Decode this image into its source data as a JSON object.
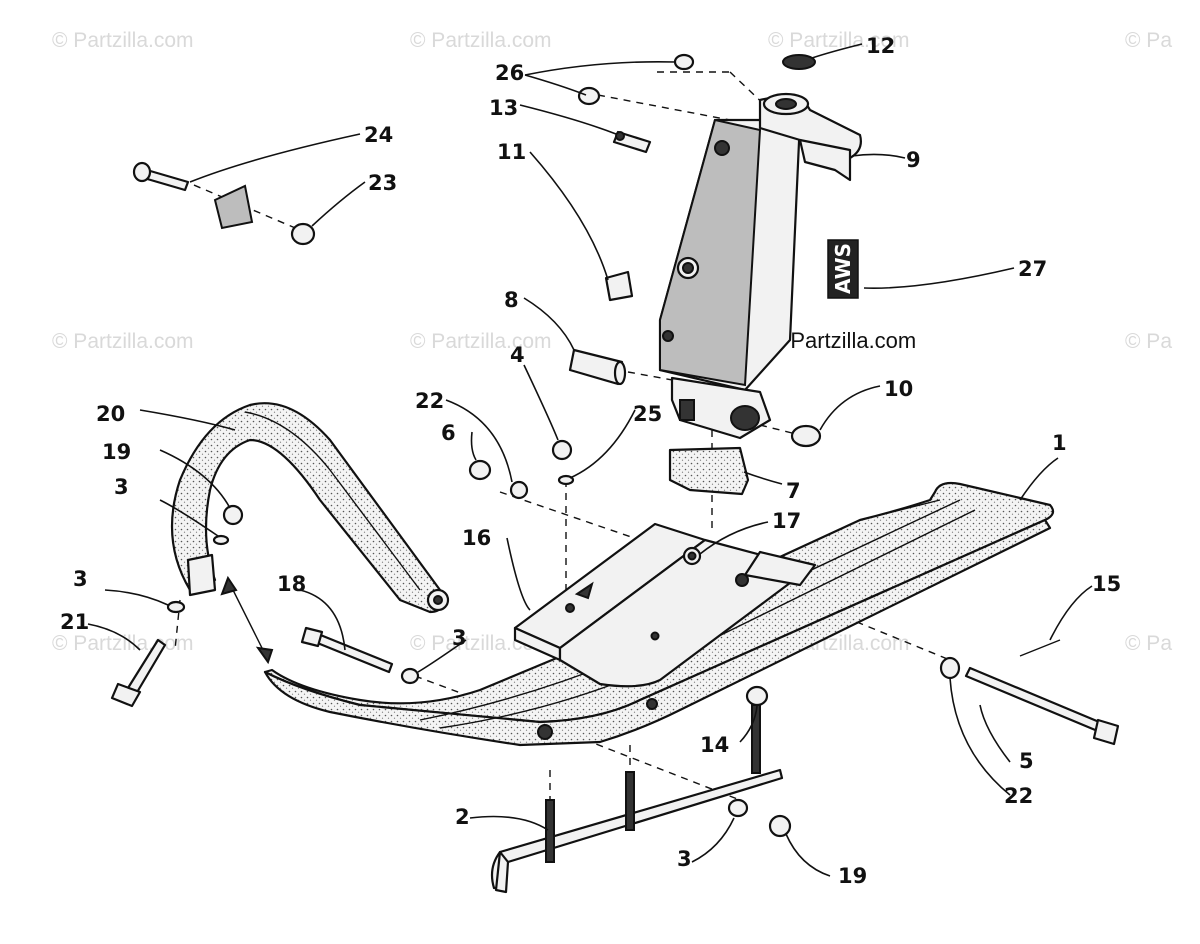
{
  "watermarks": {
    "text": "© Partzilla.com",
    "faint": [
      "© Partzilla.com",
      "© Partzilla.com",
      "© Partzilla.com",
      "© Pa",
      "© Partzilla.com",
      "© Partzilla.com",
      "© Pa",
      "© Partzilla.com",
      "© Partzilla.com",
      "© Partzilla.com",
      "© Pa"
    ],
    "center": "© Partzilla.com"
  },
  "decal_text": "AWS",
  "callouts": {
    "c1": "1",
    "c2": "2",
    "c3a": "3",
    "c3b": "3",
    "c3c": "3",
    "c3d": "3",
    "c4": "4",
    "c5": "5",
    "c6": "6",
    "c7": "7",
    "c8": "8",
    "c9": "9",
    "c10": "10",
    "c11": "11",
    "c12": "12",
    "c13": "13",
    "c14": "14",
    "c15": "15",
    "c16": "16",
    "c17": "17",
    "c18": "18",
    "c19a": "19",
    "c19b": "19",
    "c20": "20",
    "c21": "21",
    "c22a": "22",
    "c22b": "22",
    "c23": "23",
    "c24": "24",
    "c25": "25",
    "c26": "26",
    "c27": "27"
  }
}
